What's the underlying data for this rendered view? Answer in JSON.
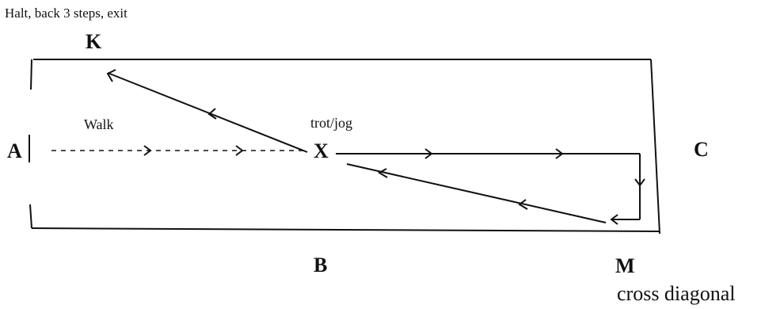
{
  "instruction_top": "Halt, back 3 steps, exit",
  "letters": {
    "k": "K",
    "a": "A",
    "x": "X",
    "c": "C",
    "b": "B",
    "m": "M"
  },
  "labels": {
    "walk": "Walk",
    "trot": "trot/jog",
    "cross": "cross diagonal"
  }
}
